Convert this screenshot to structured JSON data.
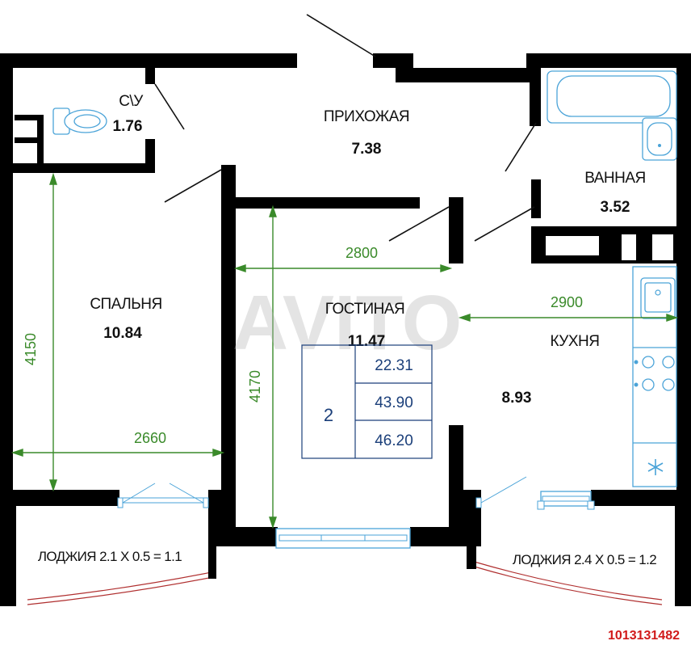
{
  "rooms": {
    "su": {
      "name": "С\\У",
      "area": "1.76"
    },
    "hall": {
      "name": "ПРИХОЖАЯ",
      "area": "7.38"
    },
    "bath": {
      "name": "ВАННАЯ",
      "area": "3.52"
    },
    "bedroom": {
      "name": "СПАЛЬНЯ",
      "area": "10.84"
    },
    "living": {
      "name": "ГОСТИНАЯ",
      "area": "11.47"
    },
    "kitchen": {
      "name": "КУХНЯ",
      "area": "8.93"
    }
  },
  "dimensions": {
    "bedroom_height": "4150",
    "bedroom_width": "2660",
    "living_height": "4170",
    "living_width": "2800",
    "kitchen_width": "2900"
  },
  "summary": {
    "rooms": "2",
    "values": [
      "22.31",
      "43.90",
      "46.20"
    ]
  },
  "loggias": {
    "left": "ЛОДЖИЯ 2.1 Х 0.5 = 1.1",
    "right": "ЛОДЖИЯ 2.4 Х 0.5 = 1.2"
  },
  "watermark": "AVITO",
  "listing_id": "1013131482",
  "colors": {
    "wall": "#000000",
    "fixture": "#4aa3d8",
    "dimension": "#3a8a2a",
    "table_text": "#1b3f7a",
    "loggia_rail": "#b03030",
    "id_text": "#d11a1a"
  }
}
